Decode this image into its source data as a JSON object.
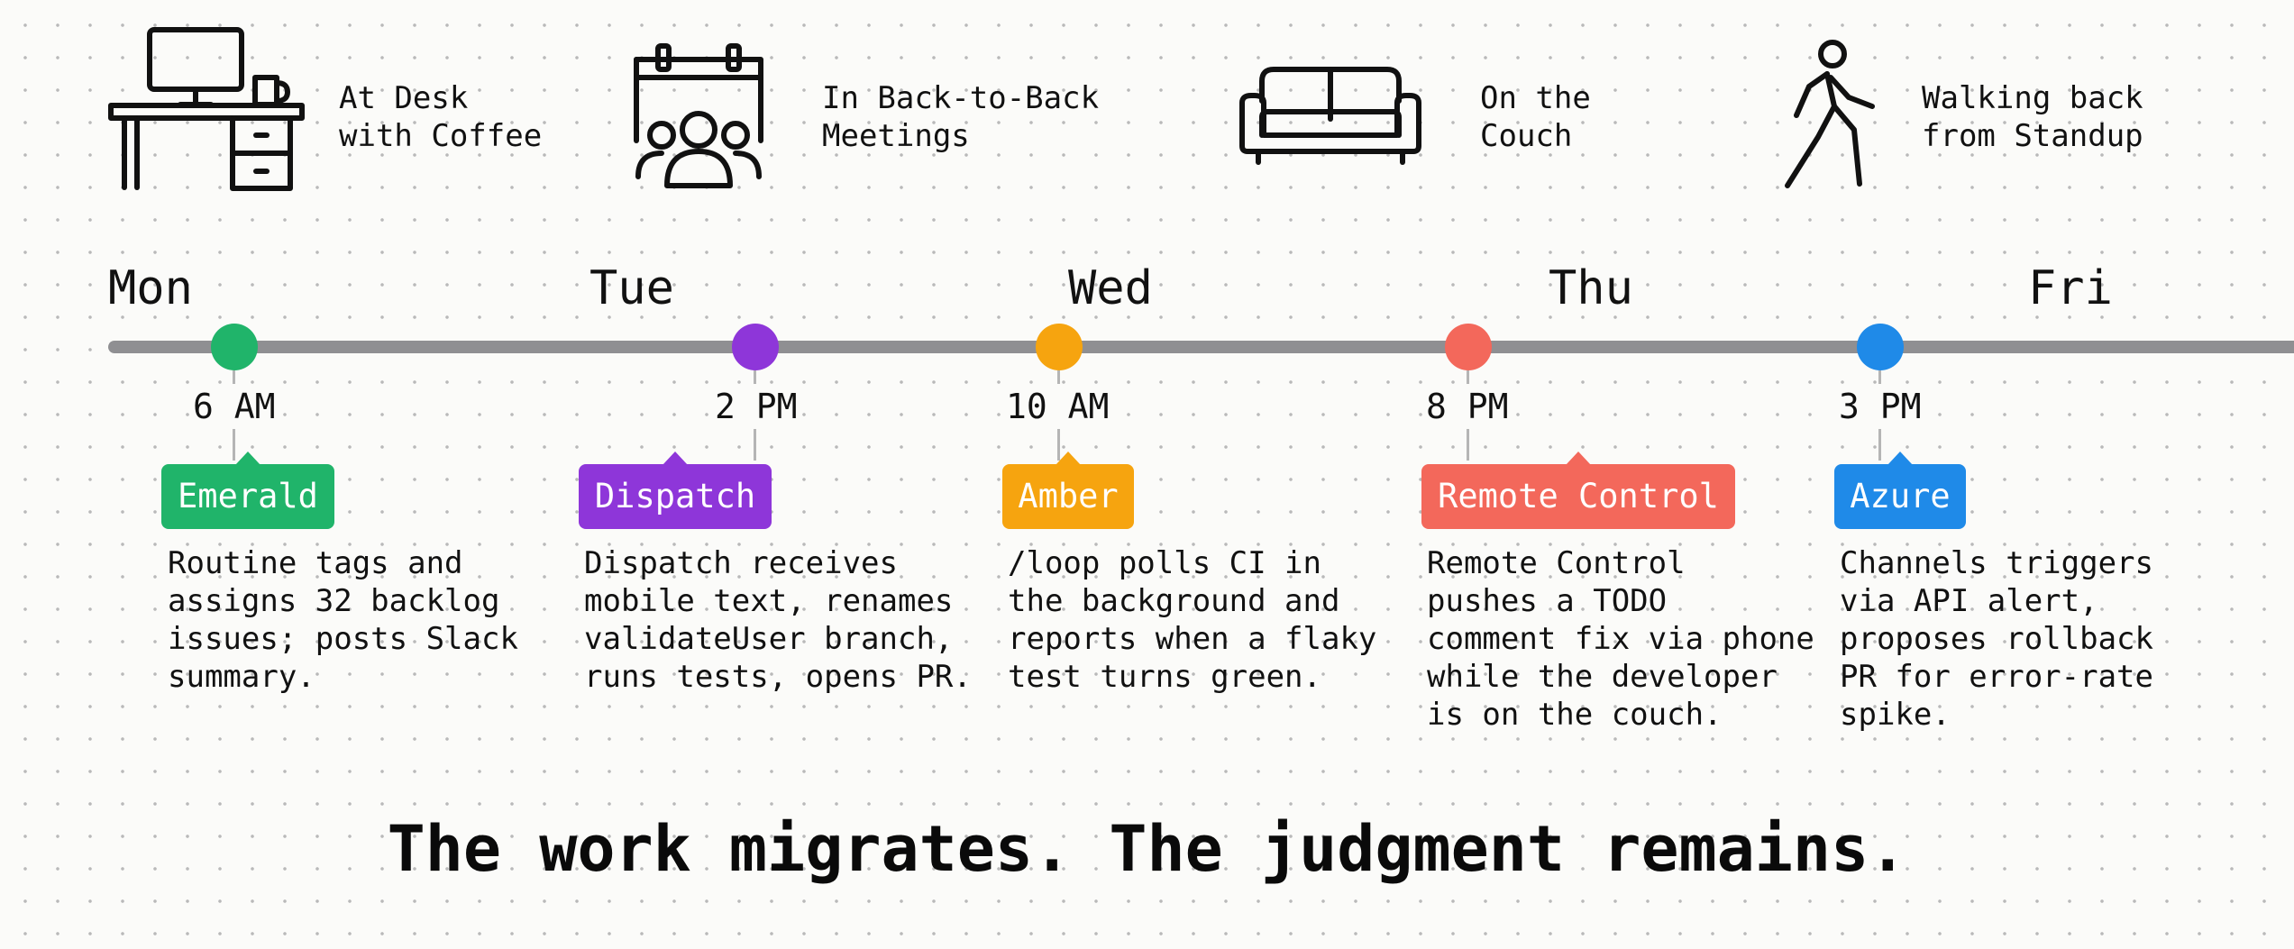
{
  "contexts": [
    {
      "icon": "desk-with-computer-and-coffee-icon",
      "label": "At Desk\nwith Coffee"
    },
    {
      "icon": "calendar-with-people-icon",
      "label": "In Back-to-Back\nMeetings"
    },
    {
      "icon": "couch-icon",
      "label": "On the\nCouch"
    },
    {
      "icon": "walking-person-icon",
      "label": "Walking back\nfrom Standup"
    }
  ],
  "days": [
    "Mon",
    "Tue",
    "Wed",
    "Thu",
    "Fri"
  ],
  "events": [
    {
      "time": "6 AM",
      "tag": "Emerald",
      "color": "#20b46a",
      "description": "Routine tags and\nassigns 32 backlog\nissues; posts Slack\nsummary."
    },
    {
      "time": "2 PM",
      "tag": "Dispatch",
      "color": "#8e36d9",
      "description": "Dispatch receives\nmobile text, renames\nvalidateUser branch,\nruns tests, opens PR."
    },
    {
      "time": "10 AM",
      "tag": "Amber",
      "color": "#f6a40f",
      "description": "/loop polls CI in\nthe background and\nreports when a flaky\ntest turns green."
    },
    {
      "time": "8 PM",
      "tag": "Remote Control",
      "color": "#f3685b",
      "description": "Remote Control\npushes a TODO\ncomment fix via phone\nwhile the developer\nis on the couch."
    },
    {
      "time": "3 PM",
      "tag": "Azure",
      "color": "#1f8ae8",
      "description": "Channels triggers\nvia API alert,\nproposes rollback\nPR for error-rate\nspike."
    }
  ],
  "timeline_color": "#8f8f92",
  "tagline": "The work migrates. The judgment remains."
}
